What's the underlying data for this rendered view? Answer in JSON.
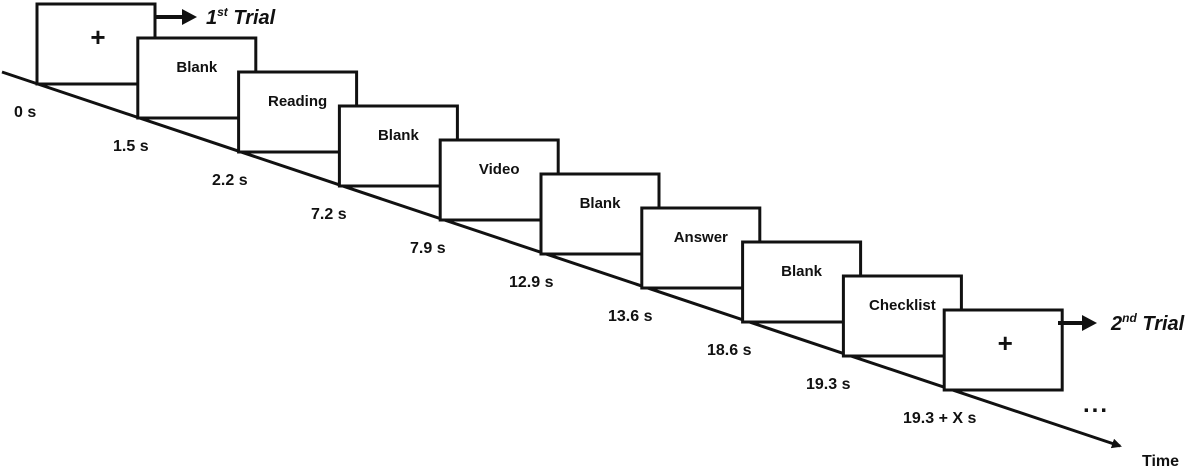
{
  "trials": {
    "first": {
      "number": "1",
      "suffix": "st",
      "word": " Trial"
    },
    "second": {
      "number": "2",
      "suffix": "nd",
      "word": " Trial"
    }
  },
  "screens": [
    "+",
    "Blank",
    "Reading",
    "Blank",
    "Video",
    "Blank",
    "Answer",
    "Blank",
    "Checklist",
    "+"
  ],
  "times": [
    "0 s",
    "1.5 s",
    "2.2 s",
    "7.2 s",
    "7.9 s",
    "12.9 s",
    "13.6 s",
    "18.6 s",
    "19.3 s",
    "19.3 + X s"
  ],
  "axis": {
    "label": "Time"
  },
  "continuation": "..."
}
